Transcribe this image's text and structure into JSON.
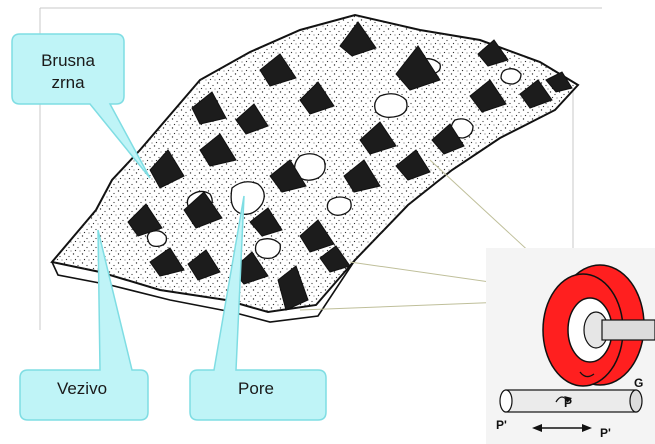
{
  "labels": {
    "grains_line1": "Brusna",
    "grains_line2": "zrna",
    "binder": "Vezivo",
    "pores": "Pore"
  },
  "inset": {
    "wheel_letter": "G",
    "force_p": "P",
    "force_p_prime_left": "P'",
    "force_p_prime_right": "P'"
  },
  "colors": {
    "callout_fill": "#bff4f7",
    "callout_stroke": "#7fdde3",
    "wheel_red": "#ff1f1f",
    "grain_dark": "#1c1c1c"
  }
}
